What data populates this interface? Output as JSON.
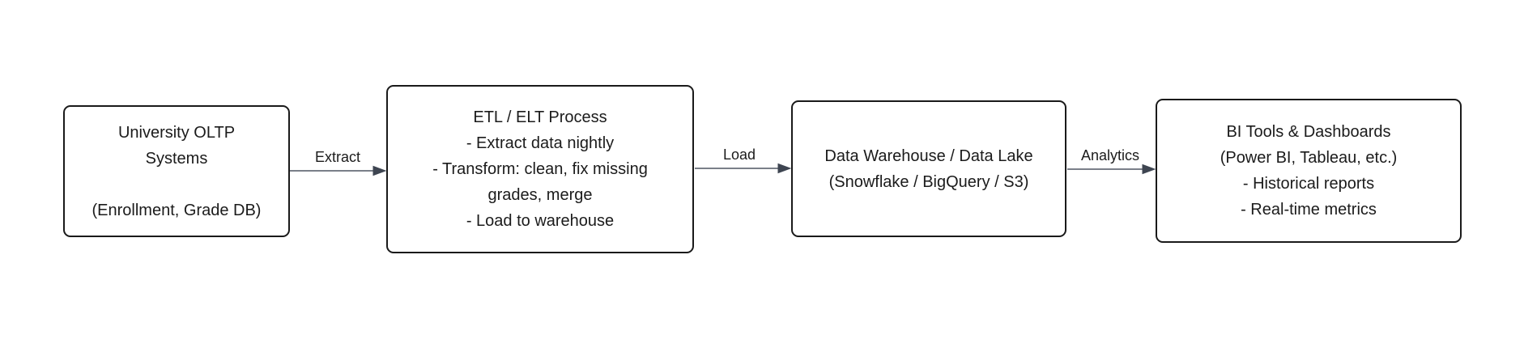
{
  "diagram": {
    "title": "ETL data pipeline flowchart",
    "nodes": [
      {
        "id": "university-oltp",
        "text": "University OLTP\nSystems\n\n(Enrollment, Grade DB)"
      },
      {
        "id": "etl-process",
        "text": "ETL / ELT Process\n- Extract data nightly\n- Transform: clean, fix missing\ngrades, merge\n- Load to warehouse"
      },
      {
        "id": "data-warehouse",
        "text": "Data Warehouse / Data Lake\n(Snowflake / BigQuery / S3)"
      },
      {
        "id": "bi-tools",
        "text": "BI Tools & Dashboards\n(Power BI, Tableau, etc.)\n- Historical reports\n- Real-time metrics"
      }
    ],
    "edges": [
      {
        "from": "university-oltp",
        "to": "etl-process",
        "label": "Extract"
      },
      {
        "from": "etl-process",
        "to": "data-warehouse",
        "label": "Load"
      },
      {
        "from": "data-warehouse",
        "to": "bi-tools",
        "label": "Analytics"
      }
    ],
    "colors": {
      "background": "#ffffff",
      "border": "#1a1a1a",
      "text": "#1b1b1b",
      "arrow-line": "#4e5562",
      "arrow-head": "#3e4551"
    }
  }
}
